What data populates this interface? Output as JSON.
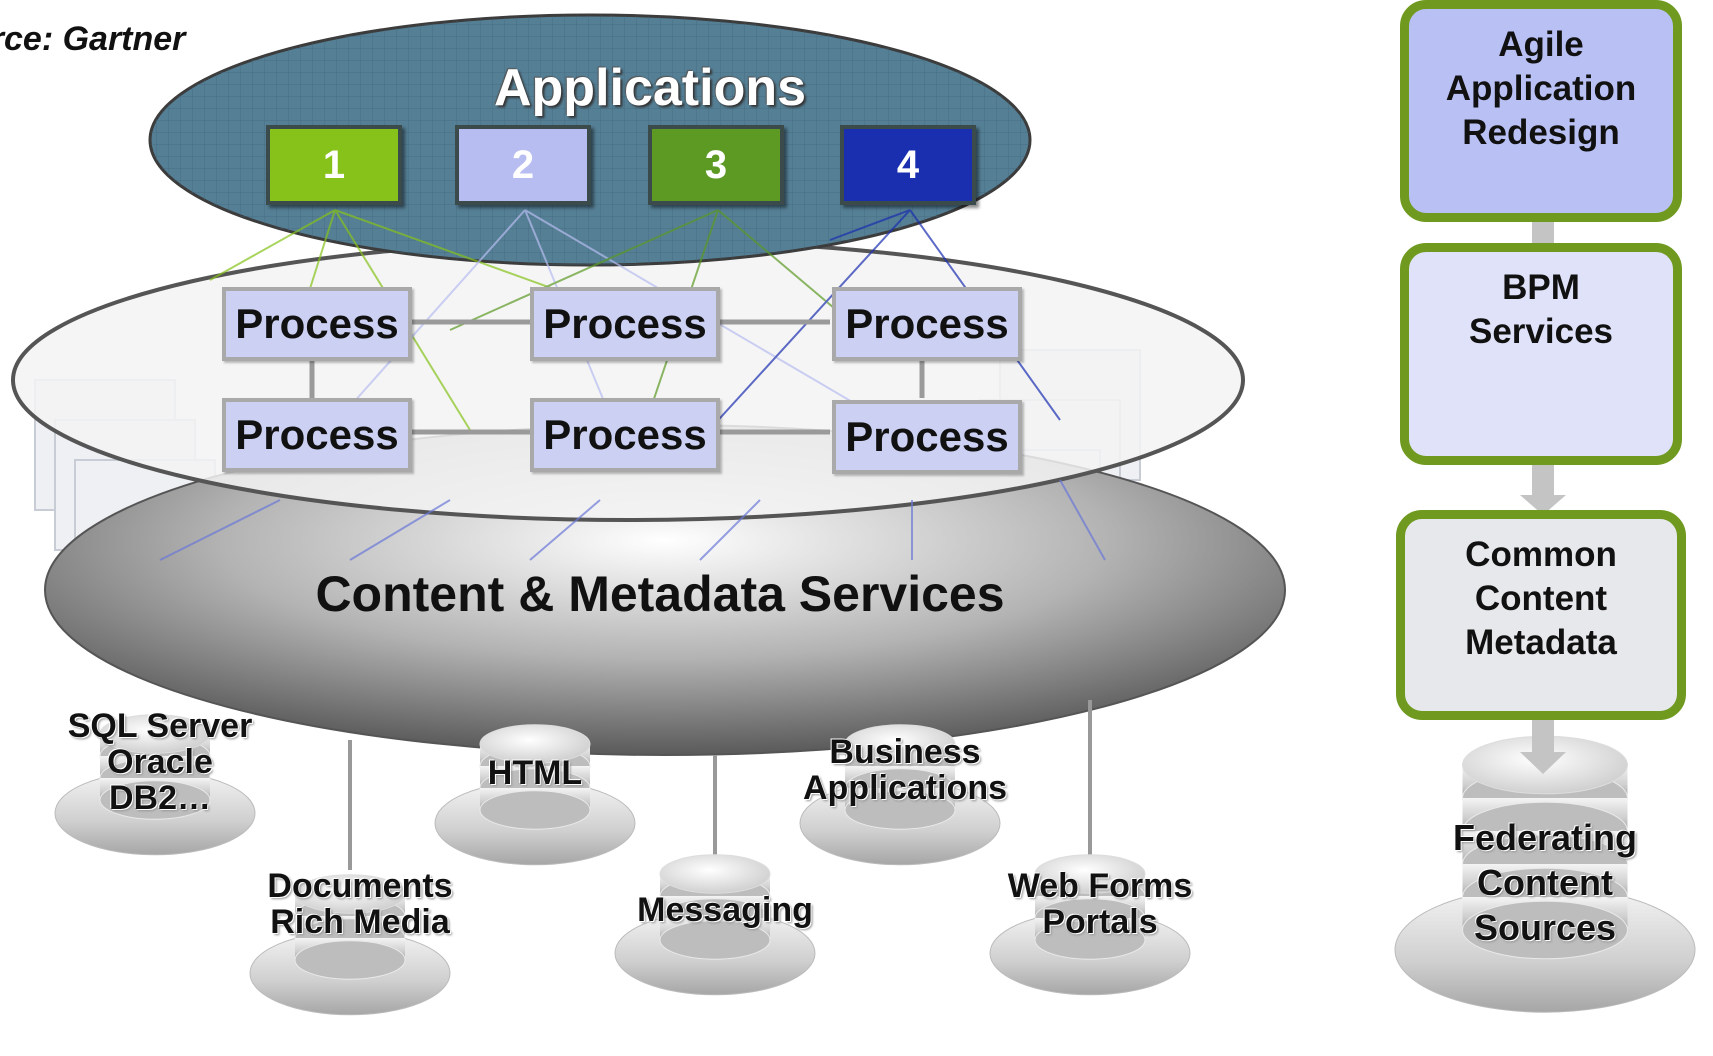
{
  "source": "urce: Gartner",
  "applications": {
    "title": "Applications",
    "apps": [
      {
        "label": "1",
        "color": "#86c21a"
      },
      {
        "label": "2",
        "color": "#b7bdf0"
      },
      {
        "label": "3",
        "color": "#5c9a24"
      },
      {
        "label": "4",
        "color": "#1a2fb0"
      }
    ]
  },
  "processes": [
    "Process",
    "Process",
    "Process",
    "Process",
    "Process",
    "Process"
  ],
  "content_services": "Content & Metadata Services",
  "data_sources": [
    {
      "line1": "SQL Server",
      "line2": "Oracle",
      "line3": "DB2…"
    },
    {
      "line1": "Documents",
      "line2": "Rich Media"
    },
    {
      "line1": "HTML"
    },
    {
      "line1": "Messaging"
    },
    {
      "line1": "Business",
      "line2": "Applications"
    },
    {
      "line1": "Web Forms",
      "line2": "Portals"
    }
  ],
  "steps": [
    {
      "lines": [
        "Agile",
        "Application",
        "Redesign"
      ],
      "fill": "#b9c0f4"
    },
    {
      "lines": [
        "BPM",
        "Services"
      ],
      "fill": "#dfe2f8"
    },
    {
      "lines": [
        "Common",
        "Content",
        "Metadata"
      ],
      "fill": "#e6e8ec"
    }
  ],
  "federating": [
    "Federating",
    "Content",
    "Sources"
  ],
  "colors": {
    "accent_green": "#6f9a1f",
    "apps_ellipse": "#557f95",
    "process_fill": "#ccd0f2"
  }
}
